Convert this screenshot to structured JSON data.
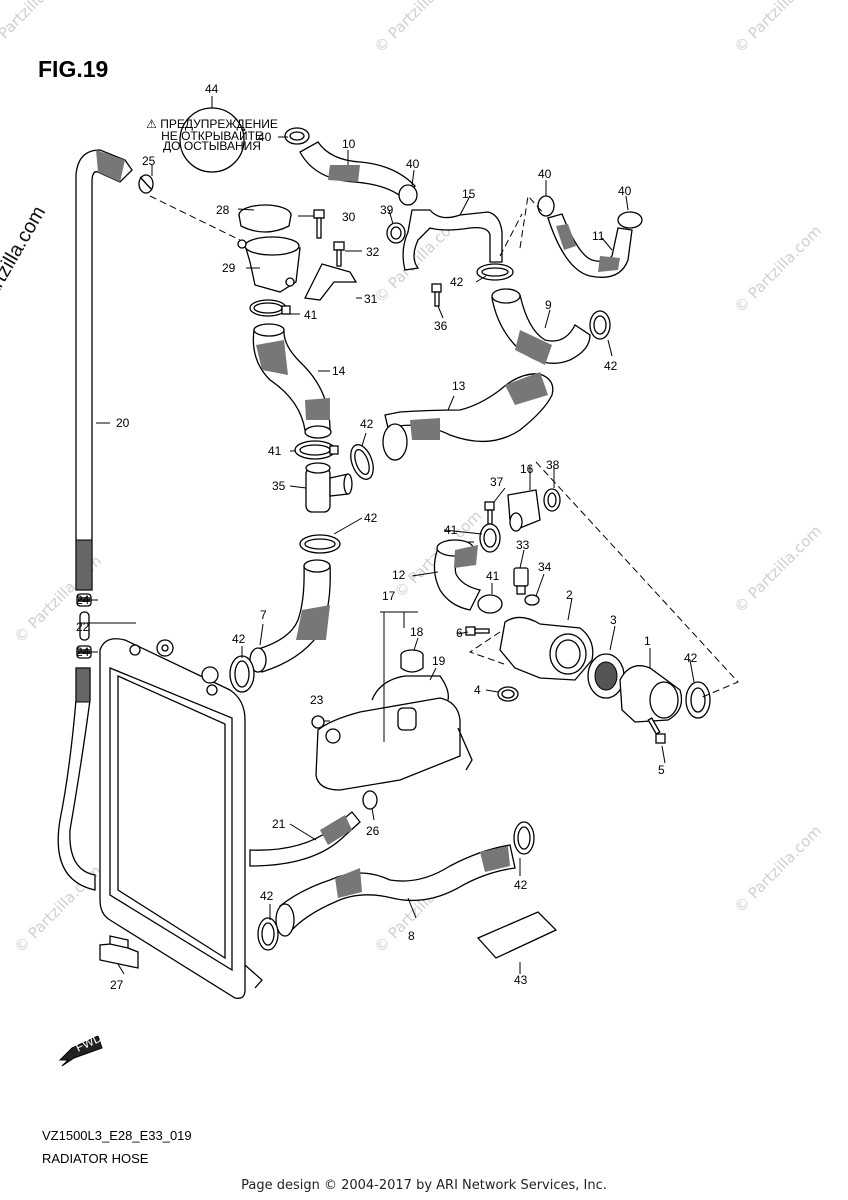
{
  "figure": {
    "title": "FIG.19",
    "model_code": "VZ1500L3_E28_E33_019",
    "section_name": "RADIATOR HOSE"
  },
  "labels": {
    "l1": "1",
    "l2": "2",
    "l3": "3",
    "l4": "4",
    "l5": "5",
    "l6": "6",
    "l7": "7",
    "l8": "8",
    "l9": "9",
    "l10": "10",
    "l11": "11",
    "l12": "12",
    "l13": "13",
    "l14": "14",
    "l15": "15",
    "l16": "16",
    "l17": "17",
    "l18": "18",
    "l19": "19",
    "l20": "20",
    "l21": "21",
    "l22": "22",
    "l23": "23",
    "l24a": "24",
    "l24b": "24",
    "l25": "25",
    "l26": "26",
    "l27": "27",
    "l28": "28",
    "l29": "29",
    "l30": "30",
    "l31": "31",
    "l32": "32",
    "l33": "33",
    "l34": "34",
    "l35": "35",
    "l36": "36",
    "l37": "37",
    "l38": "38",
    "l39": "39",
    "l40a": "40",
    "l40b": "40",
    "l40c": "40",
    "l40d": "40",
    "l41a": "41",
    "l41b": "41",
    "l41c": "41",
    "l41d": "41",
    "l42a": "42",
    "l42b": "42",
    "l42c": "42",
    "l42d": "42",
    "l42e": "42",
    "l42f": "42",
    "l42g": "42",
    "l42h": "42",
    "l43": "43",
    "l44": "44"
  },
  "caution_label": {
    "line1": "⚠ ПРЕДУПРЕЖДЕНИЕ",
    "line2": "НЕ ОТКРЫВАЙТЕ",
    "line3": "ДО ОСТЫВАНИЯ"
  },
  "fwd_label": "FWD",
  "watermarks": {
    "side": "© Partzilla.com",
    "tile": "© Partzilla.com"
  },
  "footer": "Page design © 2004-2017 by ARI Network Services, Inc."
}
